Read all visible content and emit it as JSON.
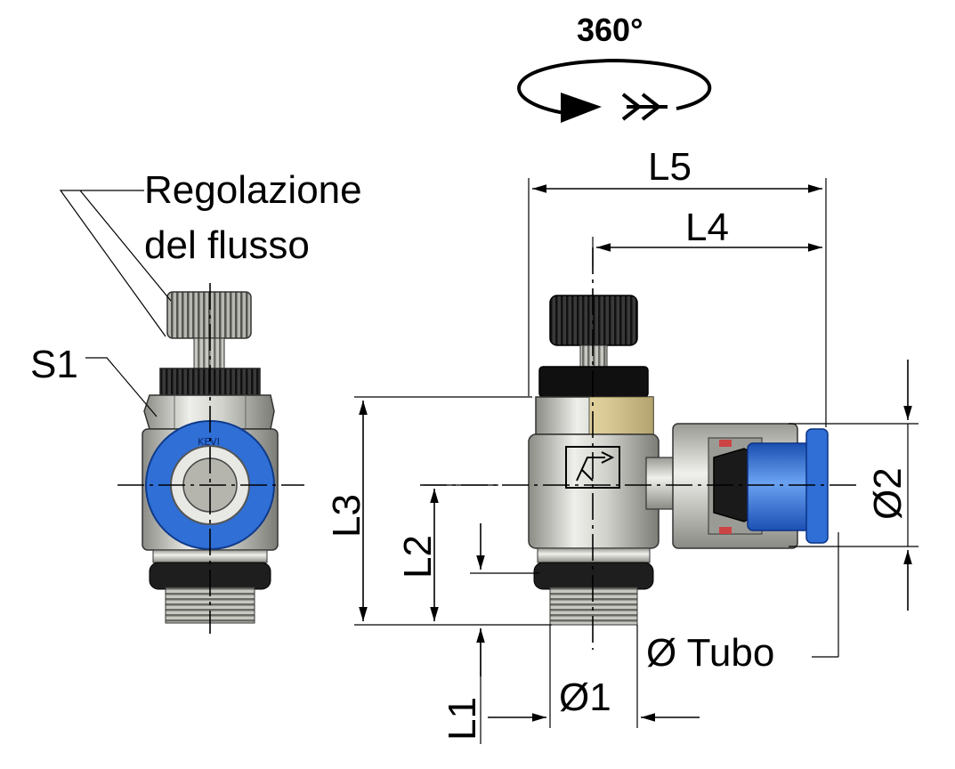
{
  "labels": {
    "rotation": "360°",
    "flow_adjust_line1": "Regolazione",
    "flow_adjust_line2": "del flusso",
    "s1": "S1",
    "l1": "L1",
    "l2": "L2",
    "l3": "L3",
    "l4": "L4",
    "l5": "L5",
    "d1": "Ø1",
    "d2": "Ø2",
    "tube": "Ø Tubo"
  },
  "colors": {
    "blue": "#2f6fd6",
    "metal": "#c9c9c3",
    "dark": "#1c1c1c"
  },
  "icons": {
    "rotation": "rotation-arrow-icon",
    "flow": "flow-symbol-icon"
  }
}
